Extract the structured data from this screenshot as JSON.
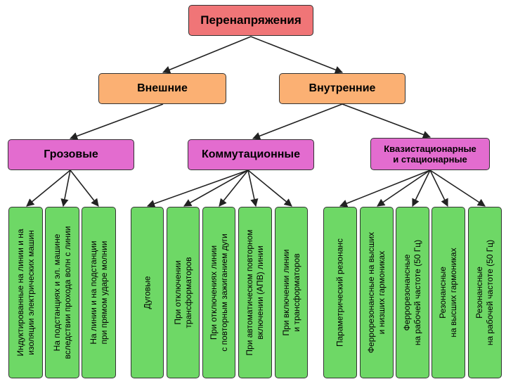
{
  "root": {
    "label": "Перенапряжения"
  },
  "level2": {
    "external": "Внешние",
    "internal": "Внутренние"
  },
  "level3": {
    "lightning": "Грозовые",
    "switching": "Коммутационные",
    "quasi": "Квазистационарные\nи стационарные"
  },
  "leaves": {
    "lightning": [
      "Индуктированные на линии и на\nизоляции электрических машин",
      "На подстанциях и эл. машине\nвследствии прохода волн с линии",
      "На линии и на подстанции\nпри прямом ударе молнии"
    ],
    "switching": [
      "Дуговые",
      "При отключении\nтрансформаторов",
      "При отключениях линии\nс повторным зажиганием дуги",
      "При автоматическом повторном\nвключении (АПВ) линии",
      "При включении линии\nи трансформаторов"
    ],
    "quasi": [
      "Параметрический резонанс",
      "Феррорезонансные на высших\nи низших гармониках",
      "Феррорезонансные\nна рабочей частоте (50 Гц)",
      "Резонансные\nна высших гармониках",
      "Резонансные\nна рабочей частоте (50 Гц)"
    ]
  }
}
